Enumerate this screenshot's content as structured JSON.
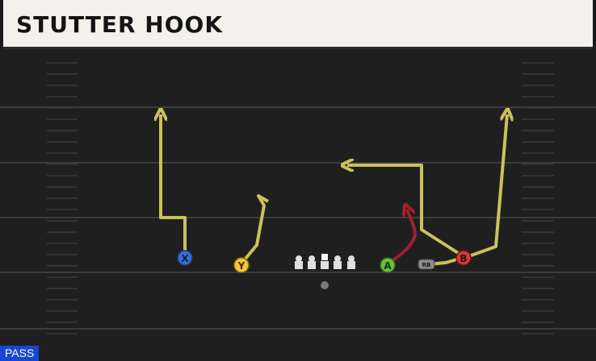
{
  "header": {
    "title": "STUTTER HOOK"
  },
  "play_type_badge": "PASS",
  "players": {
    "x": {
      "label": "X",
      "color": "#3a6fd8"
    },
    "y": {
      "label": "Y",
      "color": "#f2c83a"
    },
    "a": {
      "label": "A",
      "color": "#68c23a"
    },
    "b": {
      "label": "B",
      "color": "#d63a3a"
    },
    "rb": {
      "label": "RB",
      "color": "#8a8a8a"
    }
  },
  "colors": {
    "route_primary": "#c9c25a",
    "route_highlight": "#a1202a",
    "field": "#1f1f1f",
    "yard_line": "#3c3c3c",
    "hash_mark": "#333333",
    "lineman": "#e0e0e0"
  }
}
